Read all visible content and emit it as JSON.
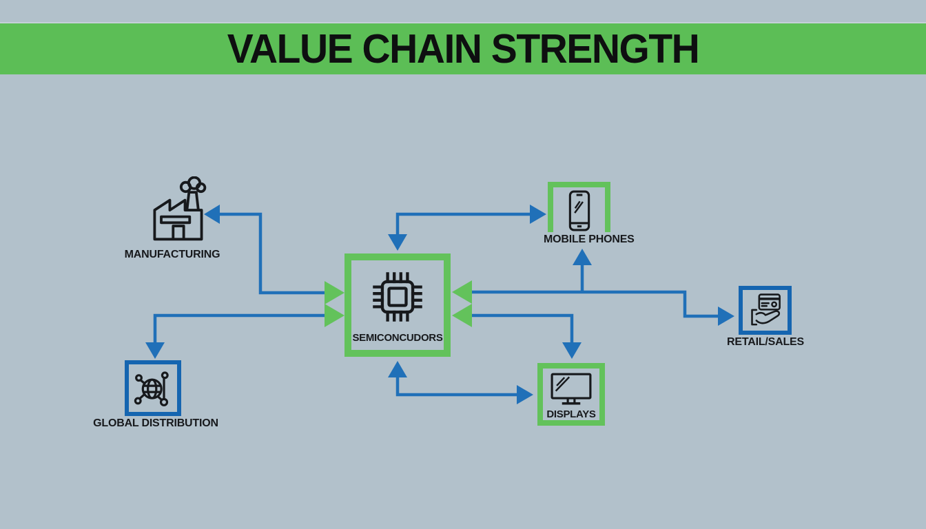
{
  "title": "VALUE CHAIN STRENGTH",
  "nodes": {
    "manufacturing": {
      "label": "MANUFACTURING",
      "icon": "factory-icon"
    },
    "global_distribution": {
      "label": "GLOBAL DISTRIBUTION",
      "icon": "globe-network-icon"
    },
    "semiconductors": {
      "label": "SEMICONCUDORS",
      "icon": "chip-icon"
    },
    "mobile_phones": {
      "label": "MOBILE PHONES",
      "icon": "smartphone-icon"
    },
    "displays": {
      "label": "DISPLAYS",
      "icon": "monitor-icon"
    },
    "retail_sales": {
      "label": "RETAIL/SALES",
      "icon": "hand-credit-card-icon"
    }
  },
  "edges": [
    {
      "between": [
        "semiconductors",
        "manufacturing"
      ],
      "heads": [
        "green-into-semiconductors",
        "blue-into-manufacturing"
      ]
    },
    {
      "between": [
        "semiconductors",
        "global_distribution"
      ],
      "heads": [
        "green-into-semiconductors",
        "blue-into-global-distribution"
      ]
    },
    {
      "between": [
        "semiconductors",
        "mobile_phones"
      ],
      "heads": [
        "blue-into-semiconductors-top",
        "blue-into-mobile-left"
      ]
    },
    {
      "between": [
        "semiconductors",
        "mobile_phones",
        "retail_sales"
      ],
      "heads": [
        "green-into-semiconductors",
        "blue-into-mobile-bottom",
        "blue-into-retail"
      ]
    },
    {
      "between": [
        "semiconductors",
        "displays"
      ],
      "heads": [
        "green-into-semiconductors",
        "blue-into-displays-top"
      ]
    },
    {
      "between": [
        "semiconductors",
        "displays"
      ],
      "heads": [
        "blue-into-semiconductors-bottom",
        "blue-into-displays-left"
      ]
    }
  ],
  "colors": {
    "background": "#b2c1cb",
    "banner_green": "#5cbe56",
    "node_green": "#63c25b",
    "arrow_blue": "#2070b8",
    "box_blue": "#1565b0",
    "ink": "#17191c"
  }
}
